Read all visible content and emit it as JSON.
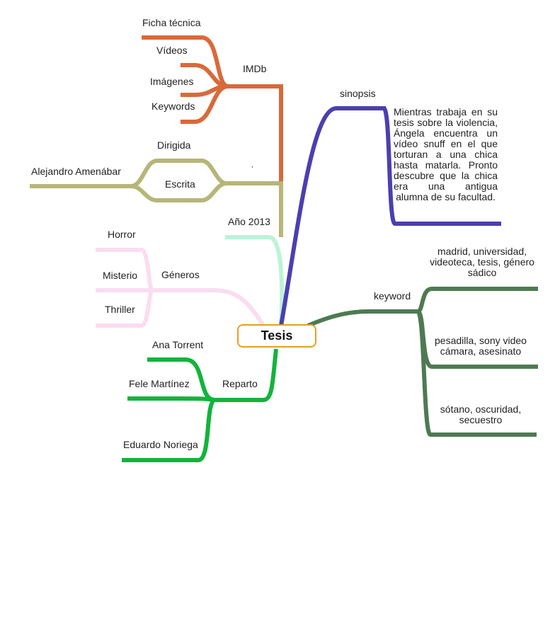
{
  "root": {
    "label": "Tesis"
  },
  "colors": {
    "imdb": "#d9693a",
    "director": "#b6b679",
    "year": "#bdf3d8",
    "genres": "#fbdcf0",
    "cast": "#14b33c",
    "synopsis": "#4b3fb0",
    "keywords": "#4e7a52",
    "root_border": "#e6a01f"
  },
  "imdb": {
    "label": "IMDb",
    "items": [
      "Ficha técnica",
      "Vídeos",
      "Imágenes",
      "Keywords"
    ]
  },
  "director": {
    "label": ",",
    "directed_label": "Dirigida",
    "written_label": "Escrita",
    "person": "Alejandro Amenábar"
  },
  "year": {
    "label": "Año 2013"
  },
  "genres": {
    "label": "Géneros",
    "items": [
      "Horror",
      "Misterio",
      "Thriller"
    ]
  },
  "cast": {
    "label": "Reparto",
    "items": [
      "Ana Torrent",
      "Fele Martínez",
      "Eduardo Noriega"
    ]
  },
  "synopsis": {
    "label": "sinopsis",
    "text": "Mientras trabaja en su tesis sobre la violencia, Ángela encuentra un vídeo snuff en el que torturan a una chica hasta matarla. Pronto descubre que la chica era una antigua alumna de su facultad."
  },
  "keywords": {
    "label": "keyword",
    "items": [
      "madrid, universidad, videoteca, tesis, género sádico",
      "pesadilla, sony video cámara, asesinato",
      "sótano, oscuridad, secuestro"
    ]
  }
}
